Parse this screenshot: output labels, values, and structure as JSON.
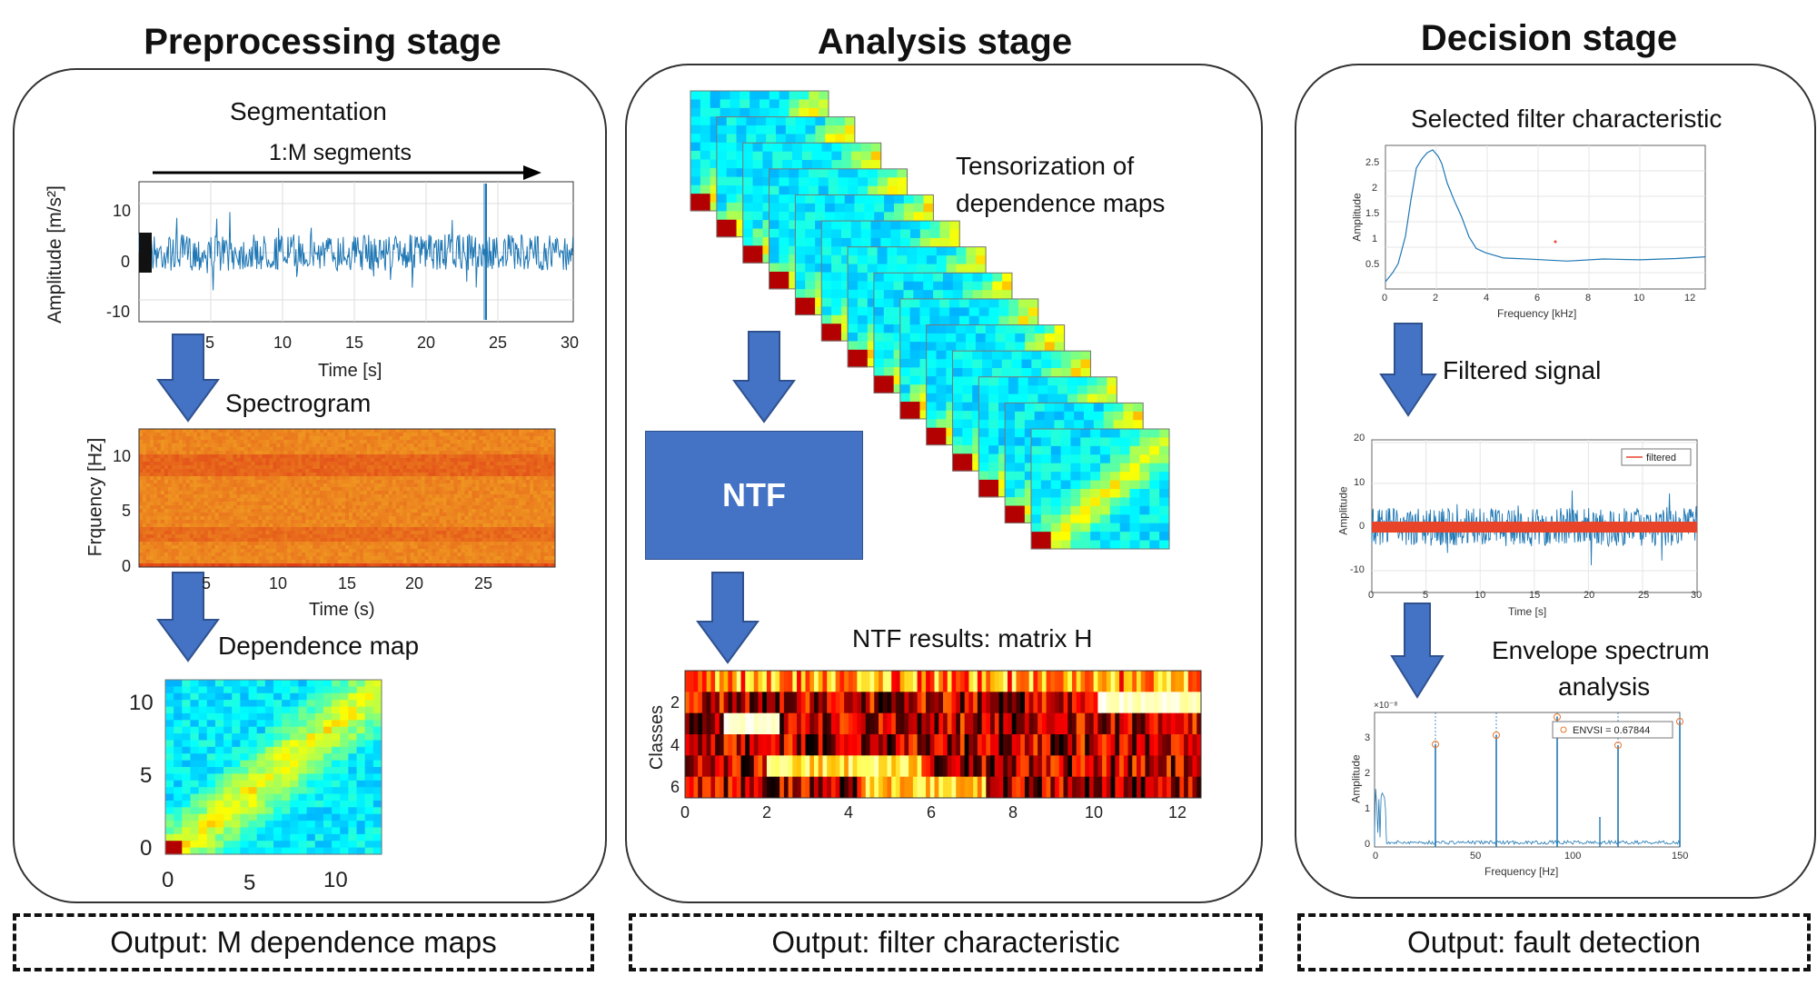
{
  "stages": [
    {
      "title": "Preprocessing stage",
      "output": "Output: M dependence maps"
    },
    {
      "title": "Analysis stage",
      "output": "Output: filter characteristic"
    },
    {
      "title": "Decision stage",
      "output": "Output: fault detection"
    }
  ],
  "preprocessing": {
    "segmentation_label": "Segmentation",
    "segments_label": "1:M segments",
    "signal_ylabel": "Amplitude [m/s²]",
    "signal_xlabel": "Time [s]",
    "signal_yticks": [
      "10",
      "0",
      "-10"
    ],
    "signal_xticks": [
      "5",
      "10",
      "15",
      "20",
      "25",
      "30"
    ],
    "spectrogram_label": "Spectrogram",
    "spec_ylabel": "Frquency [Hz]",
    "spec_xlabel": "Time (s)",
    "spec_yticks": [
      "10",
      "5",
      "0"
    ],
    "spec_xticks": [
      "5",
      "10",
      "15",
      "20",
      "25"
    ],
    "depmap_label": "Dependence map",
    "dep_yticks": [
      "10",
      "5",
      "0"
    ],
    "dep_xticks": [
      "0",
      "5",
      "10"
    ]
  },
  "analysis": {
    "tensor_label_1": "Tensorization of",
    "tensor_label_2": "dependence maps",
    "ntf_label": "NTF",
    "results_label": "NTF results: matrix H",
    "classes_label": "Classes",
    "h_yticks": [
      "2",
      "4",
      "6"
    ],
    "h_xticks": [
      "0",
      "2",
      "4",
      "6",
      "8",
      "10",
      "12"
    ]
  },
  "decision": {
    "filter_label": "Selected filter characteristic",
    "filter_ylabel": "Amplitude",
    "filter_xlabel": "Frequency [kHz]",
    "filter_yticks": [
      "2.5",
      "2",
      "1.5",
      "1",
      "0.5"
    ],
    "filter_xticks": [
      "0",
      "2",
      "4",
      "6",
      "8",
      "10",
      "12"
    ],
    "filtered_label": "Filtered signal",
    "filtered_ylabel": "Amplitude",
    "filtered_xlabel": "Time [s]",
    "filtered_yticks": [
      "20",
      "10",
      "0",
      "-10"
    ],
    "filtered_xticks": [
      "0",
      "5",
      "10",
      "15",
      "20",
      "25",
      "30"
    ],
    "filtered_legend": "filtered",
    "envelope_label_1": "Envelope spectrum",
    "envelope_label_2": "analysis",
    "env_ylabel": "Amplitude",
    "env_xlabel": "Frequency [Hz]",
    "env_exponent": "×10⁻⁸",
    "env_yticks": [
      "3",
      "2",
      "1",
      "0"
    ],
    "env_xticks": [
      "0",
      "50",
      "100",
      "150"
    ],
    "env_legend": "ENVSI = 0.67844"
  },
  "colors": {
    "arrow_fill": "#4472C4",
    "signal": "#1f77b4",
    "filtered_trace": "#e8442a"
  }
}
